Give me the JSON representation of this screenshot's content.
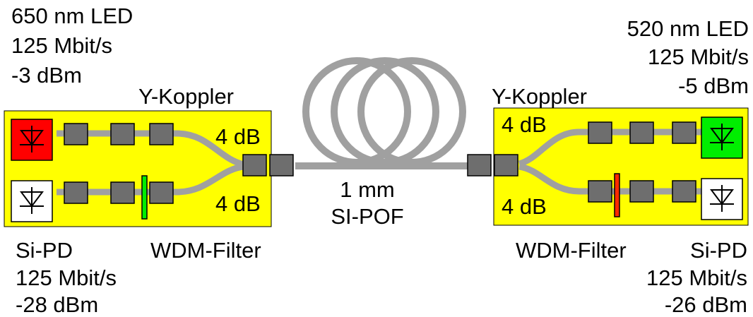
{
  "left": {
    "source": [
      "650 nm LED",
      "125 Mbit/s",
      "-3 dBm"
    ],
    "detector": [
      "Si-PD",
      "125 Mbit/s",
      "-28 dBm"
    ],
    "coupler_label": "Y-Koppler",
    "filter_label": "WDM-Filter",
    "loss_top": "4 dB",
    "loss_bottom": "4 dB"
  },
  "right": {
    "source": [
      "520 nm LED",
      "125 Mbit/s",
      "-5 dBm"
    ],
    "detector": [
      "Si-PD",
      "125 Mbit/s",
      "-26 dBm"
    ],
    "coupler_label": "Y-Koppler",
    "filter_label": "WDM-Filter",
    "loss_top": "4 dB",
    "loss_bottom": "4 dB"
  },
  "fiber": {
    "length": "1 mm",
    "type": "SI-POF"
  },
  "colors": {
    "board": "#ffff00",
    "red_led": "#ff0000",
    "green_led": "#00ee00",
    "pd": "#ffffff",
    "connector": "#6e6e6e",
    "fiber": "#a0a0a0",
    "filter_left": "#00ee00",
    "filter_right": "#ff2a00"
  }
}
